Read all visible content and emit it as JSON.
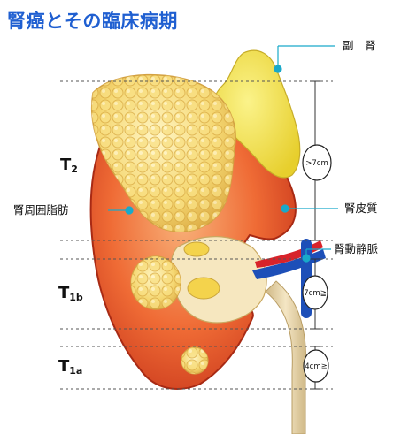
{
  "title": "腎癌とその臨床病期",
  "labels": {
    "adrenal": "副　腎",
    "perirenal_fat": "腎周囲脂肪",
    "cortex": "腎皮質",
    "vessels": "腎動静脈"
  },
  "stages": [
    {
      "main": "T",
      "sub": "2"
    },
    {
      "main": "T",
      "sub": "1b"
    },
    {
      "main": "T",
      "sub": "1a"
    }
  ],
  "sizes": [
    ">7cm",
    "7cm≧",
    "4cm≧"
  ],
  "colors": {
    "title": "#1f5fd1",
    "tumor": "#f2d66a",
    "kidney": "#e8502a",
    "cortex_light": "#f7a070",
    "adrenal": "#f4e44a",
    "leader": "#19a9c9",
    "artery": "#d8232a",
    "vein": "#1d4fb8",
    "ureter": "#e6d2a6",
    "dashed": "#555555"
  }
}
